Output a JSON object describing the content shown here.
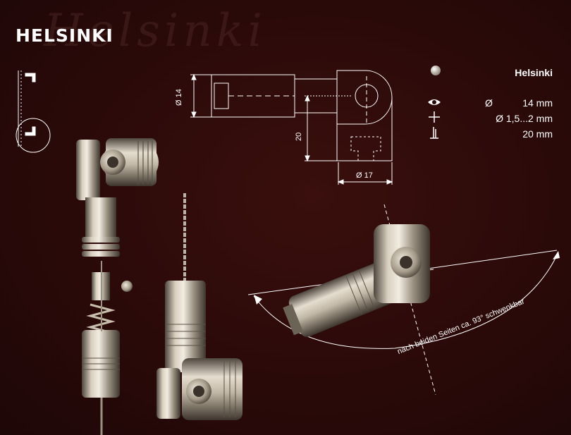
{
  "brand": {
    "title": "HELSINKI",
    "script": "Helsinki"
  },
  "drawing": {
    "diameter_body": "Ø 14",
    "height": "20",
    "diameter_head": "Ø 17"
  },
  "specs": {
    "name": "Helsinki",
    "rows": [
      {
        "icon": "eye-icon",
        "symbol": "Ø",
        "value": "14 mm"
      },
      {
        "icon": "plus-icon",
        "symbol": "",
        "value": "Ø 1,5...2 mm"
      },
      {
        "icon": "hanging-load-icon",
        "symbol": "",
        "value": "20 mm"
      }
    ]
  },
  "annotation": {
    "swivel": "nach beiden Seiten ca. 93° schwenkbar"
  },
  "colors": {
    "background": "#2a0a09",
    "metal": "#c9bfae",
    "line": "#ffffff"
  }
}
